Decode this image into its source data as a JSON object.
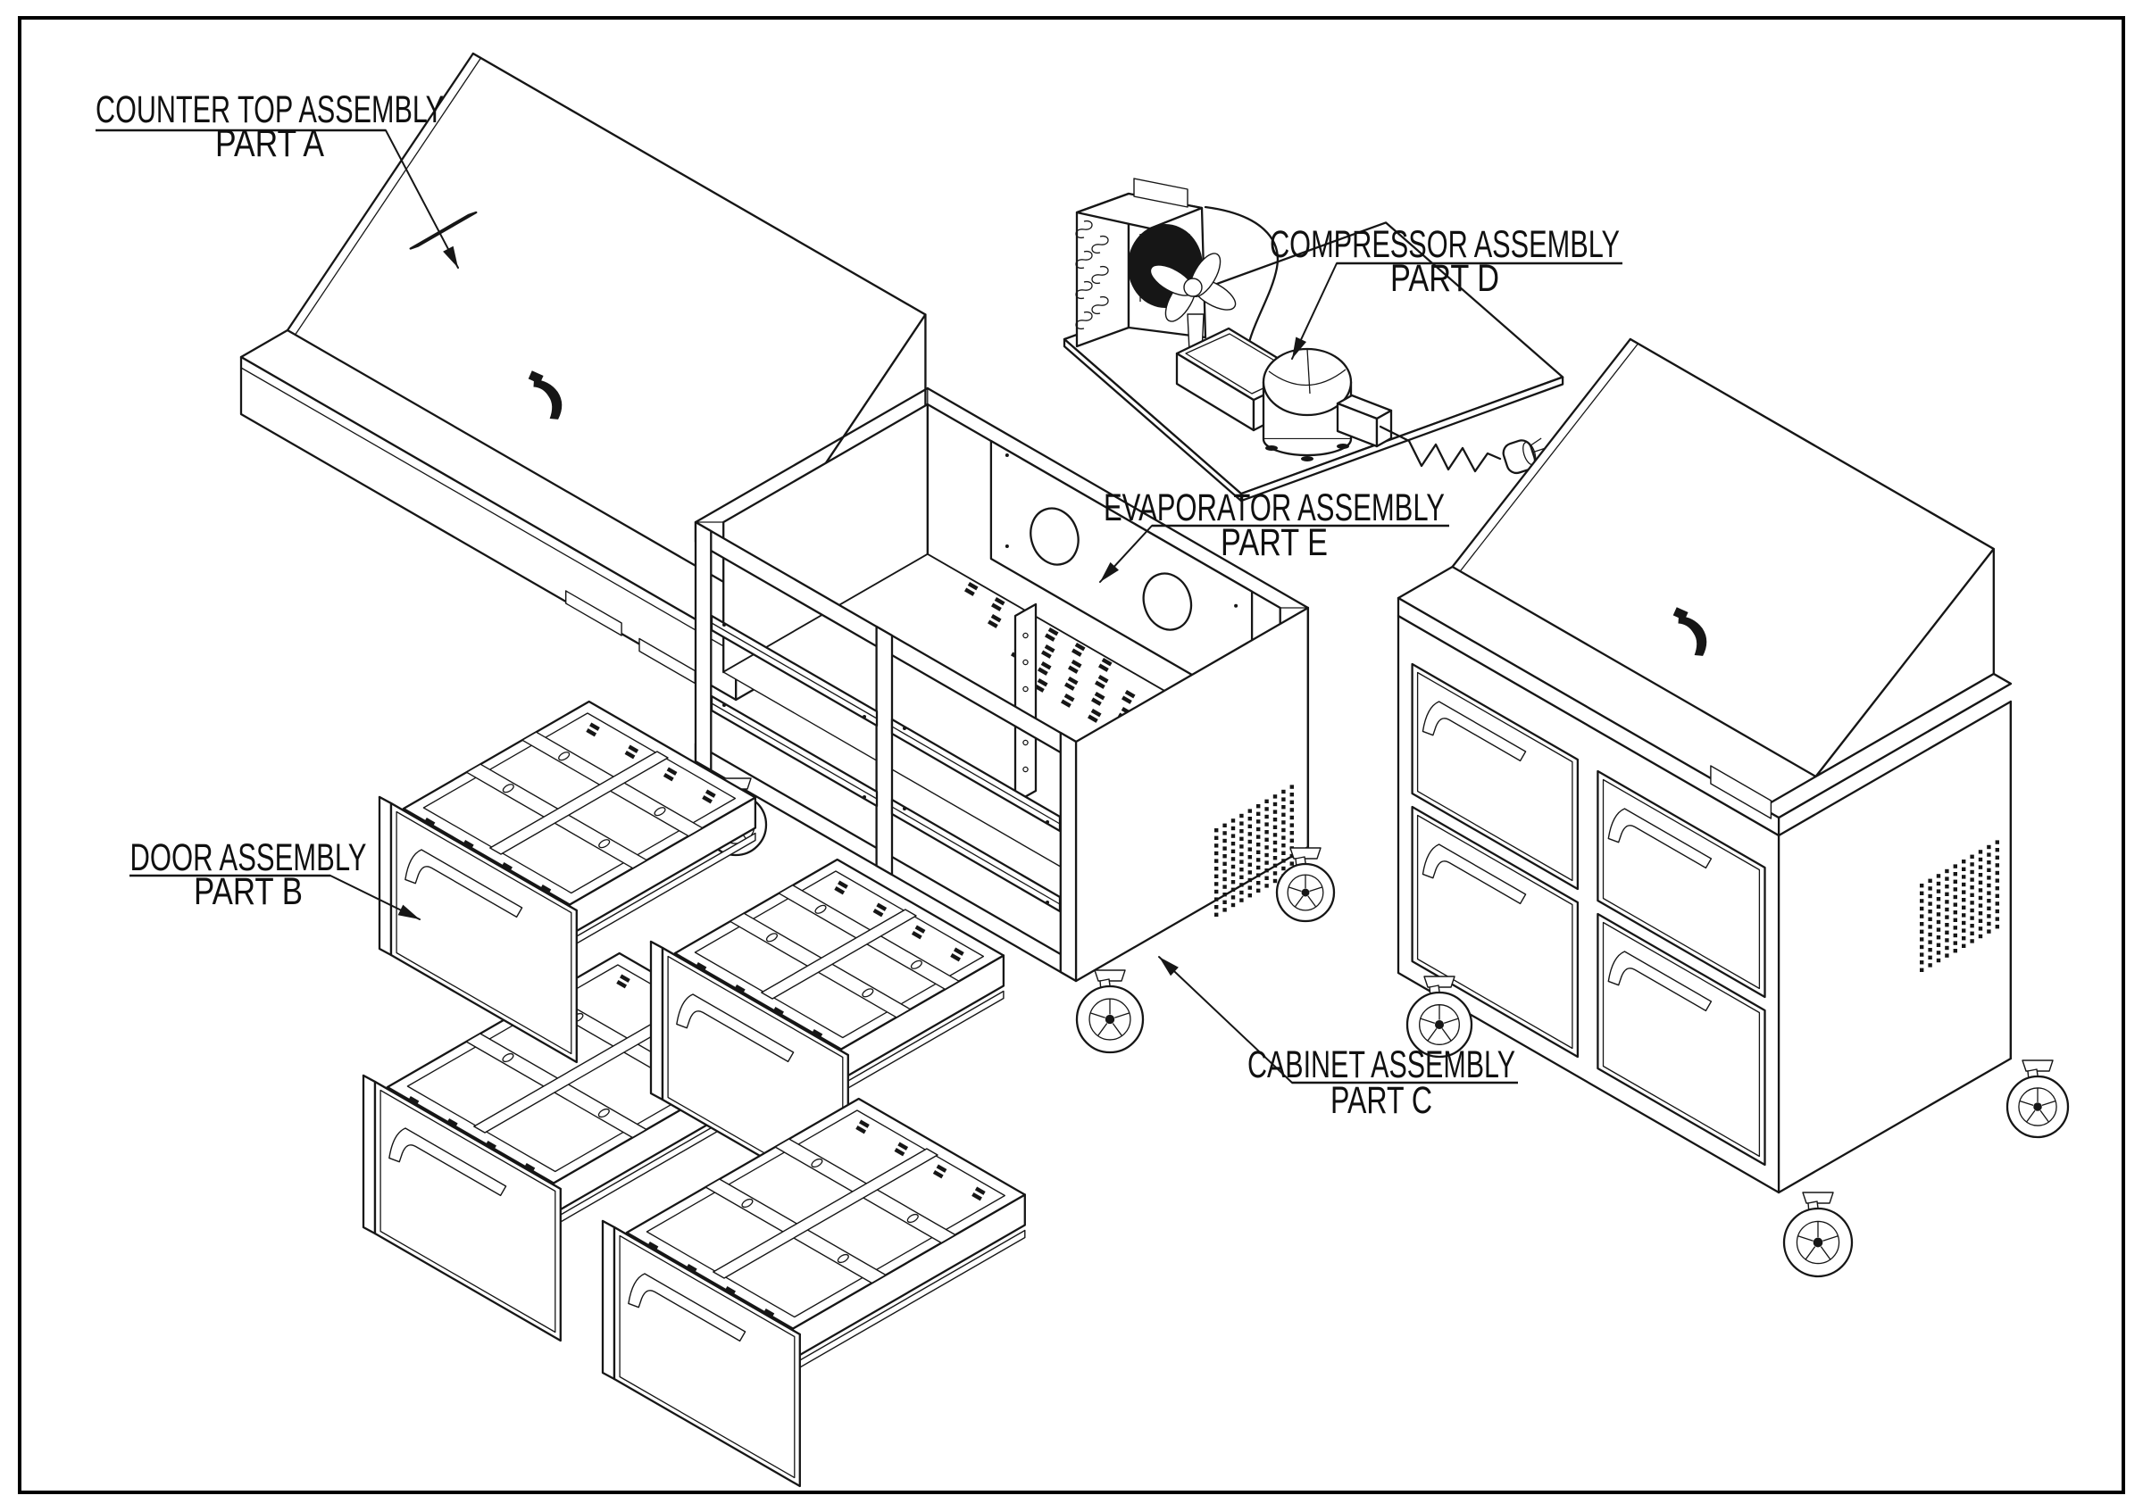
{
  "page": {
    "background_color": "#ffffff",
    "ink_color": "#161616",
    "border_color": "#000000"
  },
  "diagram": {
    "kind": "exploded-view line drawing",
    "subject": "refrigerated prep table with drawers",
    "labels": {
      "counter_top": {
        "line1": "COUNTER TOP ASSEMBLY",
        "line2": "PART A"
      },
      "door": {
        "line1": "DOOR ASSEMBLY",
        "line2": "PART B"
      },
      "cabinet": {
        "line1": "CABINET ASSEMBLY",
        "line2": "PART C"
      },
      "compressor": {
        "line1": "COMPRESSOR ASSEMBLY",
        "line2": "PART D"
      },
      "evaporator": {
        "line1": "EVAPORATOR ASSEMBLY",
        "line2": "PART E"
      }
    }
  }
}
